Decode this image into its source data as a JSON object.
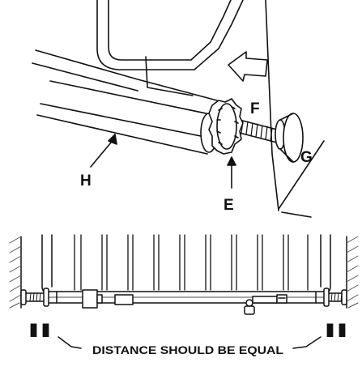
{
  "top_view": {
    "callouts": {
      "E": "E",
      "F": "F",
      "G": "G",
      "H": "H"
    }
  },
  "bottom_view": {
    "left_marker": "II",
    "right_marker": "II",
    "caption": "DISTANCE SHOULD BE EQUAL"
  },
  "colors": {
    "line": "#111111",
    "fill": "#ffffff",
    "hatch": "#555555"
  }
}
